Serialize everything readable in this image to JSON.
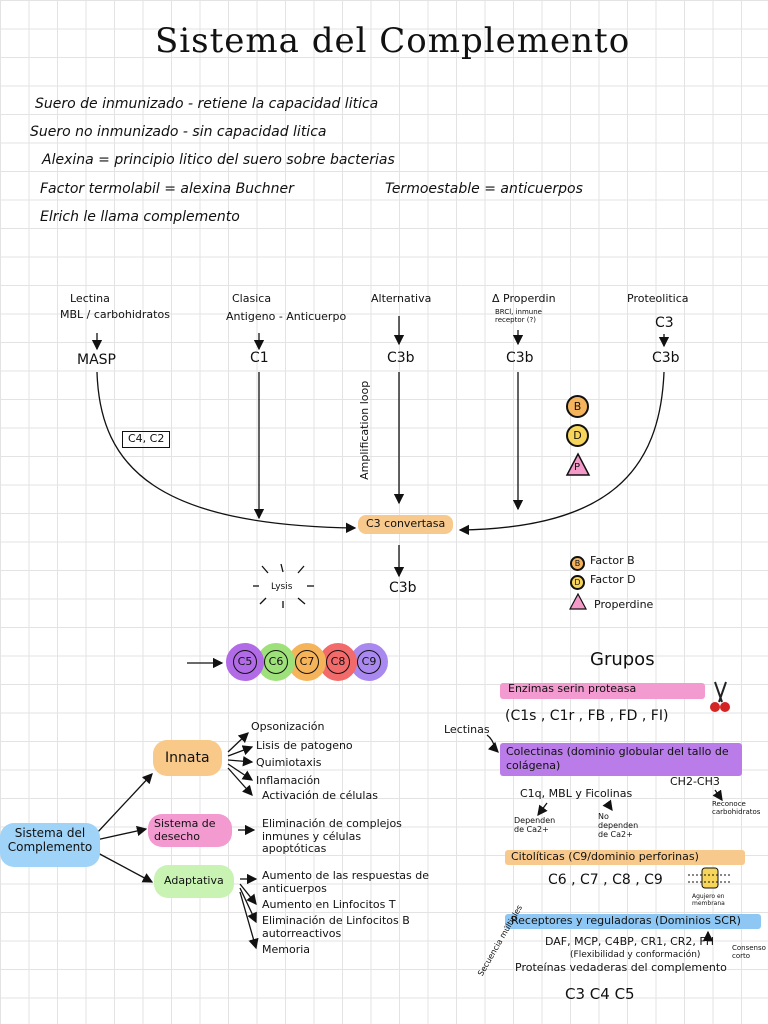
{
  "title": "Sistema del Complemento",
  "notes": [
    "Suero de inmunizado - retiene la capacidad litica",
    "Suero no inmunizado - sin capacidad litica",
    "Alexina = principio litico del suero sobre bacterias",
    "Factor termolabil = alexina Buchner",
    "Termoestable = anticuerpos",
    "Elrich le llama complemento"
  ],
  "pathways": {
    "lectina": {
      "name": "Lectina",
      "sub": "MBL / carbohidratos",
      "node": "MASP"
    },
    "clasica": {
      "name": "Clasica",
      "sub": "Antigeno - Anticuerpo",
      "node": "C1"
    },
    "alternativa": {
      "name": "Alternativa",
      "node": "C3b",
      "loop": "Amplification loop"
    },
    "properdina": {
      "name": "Δ Properdin",
      "sub": "BRCl, inmune receptor (?)",
      "node": "C3b"
    },
    "proteolitica": {
      "name": "Proteolitica",
      "sub": "C3",
      "node": "C3b"
    },
    "c4c2": "C4, C2",
    "convertasa": "C3 convertasa",
    "lysis": "Lysis",
    "c3b_out": "C3b"
  },
  "factors": {
    "b": "B",
    "d": "D",
    "p": "P",
    "legend": [
      "Factor B",
      "Factor D",
      "Properdine"
    ],
    "colors": {
      "b": "#f5b45c",
      "d": "#f7d55a",
      "p": "#f49ac8"
    }
  },
  "mac": {
    "labels": [
      "C5",
      "C6",
      "C7",
      "C8",
      "C9"
    ],
    "colors": [
      "#b26be6",
      "#9ee07a",
      "#f6b45a",
      "#f26a6a",
      "#a989f0"
    ]
  },
  "tree": {
    "root": "Sistema del Complemento",
    "innata": {
      "label": "Innata",
      "items": [
        "Opsonización",
        "Lisis de patogeno",
        "Quimiotaxis",
        "Inflamación",
        "Activación de células"
      ]
    },
    "desecho": {
      "label": "Sistema de desecho",
      "items": [
        "Eliminación de complejos inmunes y células apoptóticas"
      ]
    },
    "adaptativa": {
      "label": "Adaptativa",
      "items": [
        "Aumento de las respuestas de anticuerpos",
        "Aumento en Linfocitos T",
        "Eliminación de Linfocitos B autorreactivos",
        "Memoria"
      ]
    }
  },
  "grupos": {
    "heading": "Grupos",
    "enzimas": {
      "label": "Enzimas serin proteasa",
      "items": "(C1s , C1r , FB , FD , FI)"
    },
    "lectinas_label": "Lectinas",
    "colectinas": {
      "label": "Colectinas (dominio globular del tallo de colágena)",
      "items": "C1q, MBL y Ficolinas",
      "formula": "CH2-CH3",
      "dep": "Dependen de Ca2+",
      "nodep": "No dependen de Ca2+",
      "reconoce": "Reconoce carbohidratos"
    },
    "citoliticas": {
      "label": "Citolíticas (C9/dominio perforinas)",
      "items": "C6 , C7 , C8 , C9",
      "poro": "Agujero en membrana"
    },
    "receptores": {
      "label": "Receptores y reguladoras (Dominios SCR)",
      "items": "DAF, MCP, C4BP, CR1, CR2, FH",
      "note": "(Flexibilidad y conformación)",
      "secuencias": "Secuencia múltiples",
      "consenso": "Consenso corto",
      "proteinas": "Proteínas vedaderas del complemento",
      "c3c4c5": "C3 C4 C5"
    }
  }
}
